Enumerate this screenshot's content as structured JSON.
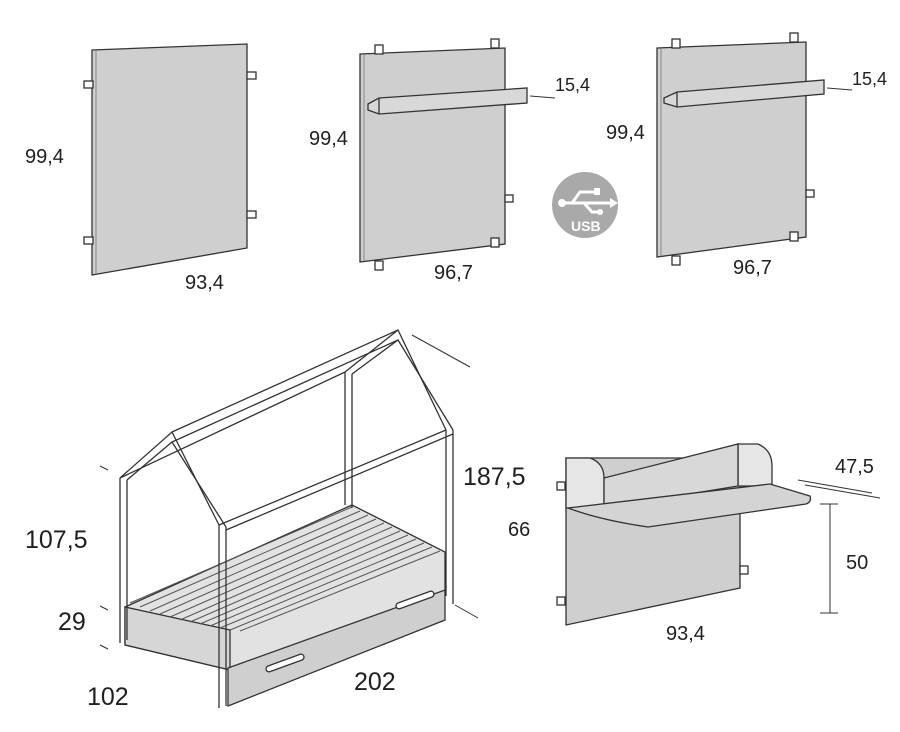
{
  "panels": [
    {
      "height": "99,4",
      "width": "93,4"
    },
    {
      "height": "99,4",
      "width": "96,7",
      "shelf_depth": "15,4"
    },
    {
      "height": "99,4",
      "width": "96,7",
      "shelf_depth": "15,4"
    }
  ],
  "usb_badge": {
    "label": "USB",
    "icon": "usb-icon"
  },
  "bed": {
    "height": "187,5",
    "side_height": "107,5",
    "base_height": "29",
    "width": "102",
    "length": "202"
  },
  "desk": {
    "panel_height": "66",
    "depth": "47,5",
    "table_height": "50",
    "width": "93,4"
  },
  "colors": {
    "panel_fill": "#cfcfcf",
    "outline": "#333333",
    "usb_badge": "#a9a9a9"
  }
}
